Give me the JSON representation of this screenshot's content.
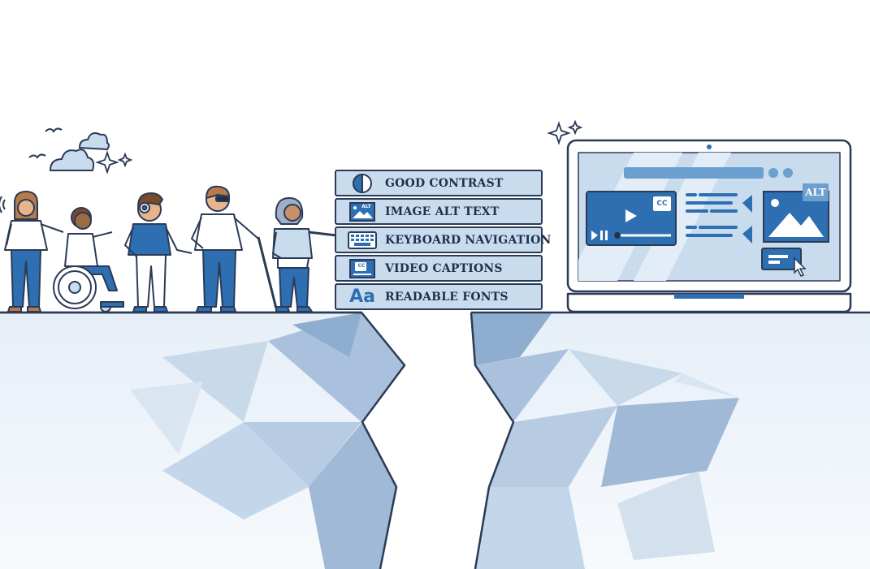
{
  "features": [
    {
      "label": "GOOD CONTRAST",
      "icon": "contrast-icon"
    },
    {
      "label": "IMAGE ALT TEXT",
      "icon": "image-alt-icon"
    },
    {
      "label": "KEYBOARD NAVIGATION",
      "icon": "keyboard-icon"
    },
    {
      "label": "VIDEO CAPTIONS",
      "icon": "captions-icon"
    },
    {
      "label": "READABLE FONTS",
      "icon": "font-icon"
    }
  ],
  "icon_text": {
    "alt": "ALT",
    "cc": "CC",
    "aa": "Aa"
  },
  "colors": {
    "primary_blue": "#2d6fb1",
    "light_blue": "#c9dcee",
    "outline": "#2b3a57",
    "cliff": "#dfe9f4"
  }
}
